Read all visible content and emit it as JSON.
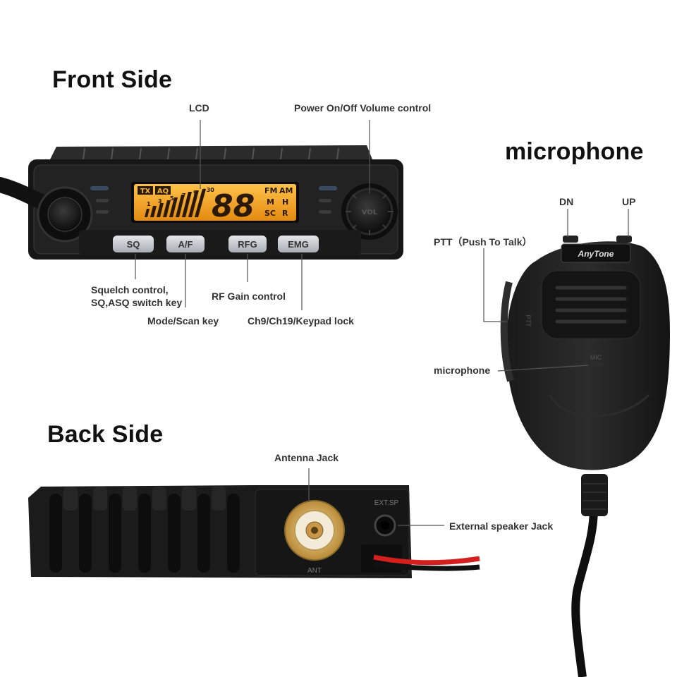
{
  "headings": {
    "front": "Front Side",
    "back": "Back Side",
    "mic": "microphone"
  },
  "front_labels": {
    "lcd": "LCD",
    "power_volume": "Power On/Off  Volume control",
    "squelch_line1": "Squelch control,",
    "squelch_line2": "SQ,ASQ switch key",
    "mode_scan": "Mode/Scan key",
    "rf_gain": "RF Gain control",
    "ch9": "Ch9/Ch19/Keypad lock"
  },
  "front_buttons": [
    "SQ",
    "A/F",
    "RFG",
    "EMG"
  ],
  "lcd_display": {
    "tx": "TX",
    "aq": "AQ",
    "scale": [
      "1",
      "3",
      "5",
      "7",
      "9",
      "+30"
    ],
    "digits": "88",
    "fm": "FM",
    "am": "AM",
    "m": "M",
    "h": "H",
    "sc": "SC",
    "r": "R"
  },
  "vol_knob": "VOL",
  "mic_labels": {
    "dn": "DN",
    "up": "UP",
    "ptt": "PTT（Push To Talk）",
    "microphone": "microphone"
  },
  "mic_body": {
    "brand": "AnyTone",
    "mic_mark": "MIC",
    "ptt_mark": "PTT"
  },
  "back_labels": {
    "antenna": "Antenna Jack",
    "ext_speaker": "External speaker Jack"
  },
  "back_body": {
    "ext_sp": "EXT.SP",
    "ant": "ANT"
  },
  "colors": {
    "lcd_amber": "#f0a020",
    "radio_body": "#1c1c1c",
    "button_face": "#c9ccd2",
    "cable_red": "#d41f1f"
  }
}
